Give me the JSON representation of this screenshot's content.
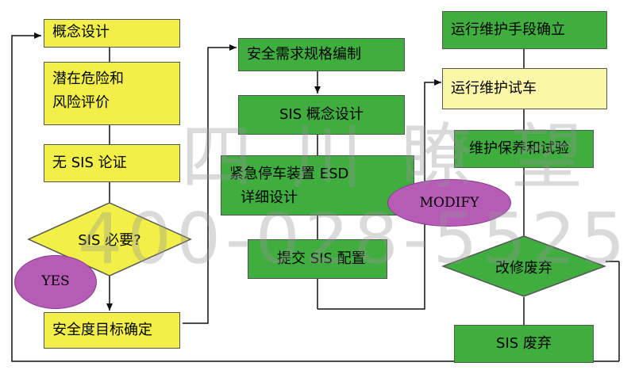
{
  "watermark": {
    "line1": "四 川 瞭 望",
    "line2": "400-028-5525"
  },
  "left_column": {
    "concept_design": "概念设计",
    "hazard_line1": "潜在危险和",
    "hazard_line2": "风险评价",
    "no_sis": "无 SIS 论证",
    "sis_needed": "SIS 必要?",
    "yes": "YES",
    "safety_target": "安全度目标确定"
  },
  "middle_column": {
    "safety_req": "安全需求规格编制",
    "sis_concept": "SIS 概念设计",
    "esd_line1": "紧急停车装置 ESD",
    "esd_line2": "详细设计",
    "submit_config": "提交 SIS 配置",
    "modify": "MODIFY"
  },
  "right_column": {
    "maintenance_means": "运行维护手段确立",
    "trial_run": "运行维护试车",
    "maintain_test": "维护保养和试验",
    "modify_discard": "改修废弃",
    "sis_discard": "SIS 废弃"
  },
  "colors": {
    "yellow": "#f2f048",
    "light_yellow": "#fbf7a8",
    "green": "#3fae3f",
    "purple": "#b65bb6"
  }
}
